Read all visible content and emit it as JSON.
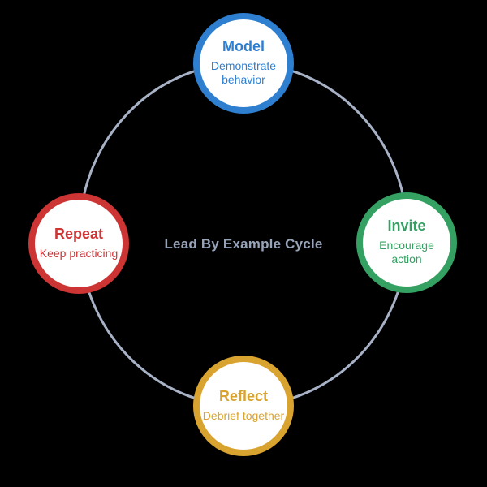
{
  "diagram": {
    "center_label": "Lead By Example Cycle",
    "colors": {
      "background": "#000000",
      "ring": "#a8b2c6",
      "center_text": "#97a3b8",
      "node_fill": "#ffffff"
    },
    "nodes": [
      {
        "id": "model",
        "title": "Model",
        "subtitle": "Demonstrate behavior",
        "color": "#2e7fd0",
        "position": "top"
      },
      {
        "id": "invite",
        "title": "Invite",
        "subtitle": "Encourage action",
        "color": "#34a163",
        "position": "right"
      },
      {
        "id": "reflect",
        "title": "Reflect",
        "subtitle": "Debrief together",
        "color": "#d9a32f",
        "position": "bottom"
      },
      {
        "id": "repeat",
        "title": "Repeat",
        "subtitle": "Keep practicing",
        "color": "#cd3434",
        "position": "left"
      }
    ]
  }
}
